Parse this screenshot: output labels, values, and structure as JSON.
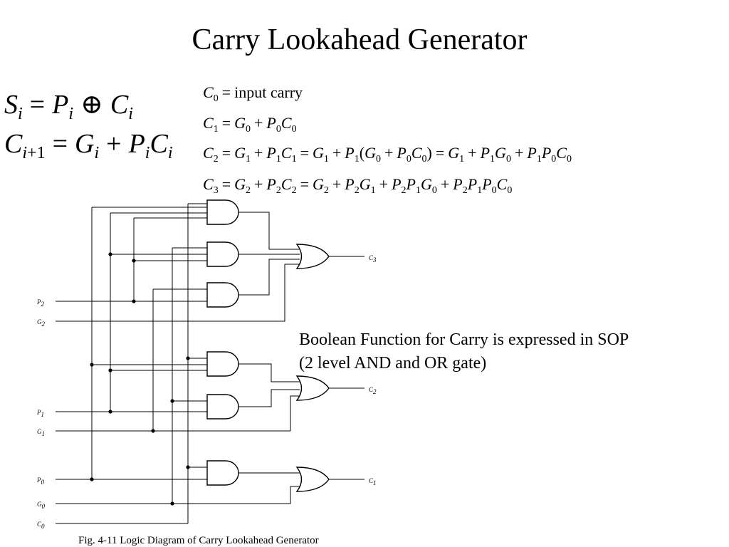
{
  "slide": {
    "title": "Carry Lookahead Generator",
    "note_line1": "Boolean Function for Carry is expressed in SOP",
    "note_line2": "(2 level AND and OR gate)",
    "caption": "Fig. 4-11  Logic Diagram of Carry Lookahead Generator"
  },
  "equations": {
    "sum": "S_i = P_i ⊕ C_i",
    "carry": "C_{i+1} = G_i + P_iC_i",
    "c0": "C_0 = input carry",
    "c1": "C_1 = G_0 + P_0C_0",
    "c2": "C_2 = G_1 + P_1C_1 = G_1 + P_1(G_0 + P_0C_0) = G_1 + P_1G_0 + P_1P_0C_0",
    "c3": "C_3 = G_2 + P_2C_2 = G_2 + P_2G_1 + P_2P_1G_0 + P_2P_1P_0C_0"
  },
  "diagram": {
    "inputs": [
      {
        "name": "P",
        "sub": "2"
      },
      {
        "name": "G",
        "sub": "2"
      },
      {
        "name": "P",
        "sub": "1"
      },
      {
        "name": "G",
        "sub": "1"
      },
      {
        "name": "P",
        "sub": "0"
      },
      {
        "name": "G",
        "sub": "0"
      },
      {
        "name": "C",
        "sub": "0"
      }
    ],
    "outputs": [
      {
        "name": "C",
        "sub": "3"
      },
      {
        "name": "C",
        "sub": "2"
      },
      {
        "name": "C",
        "sub": "1"
      }
    ],
    "gates": {
      "and": 6,
      "or": 3
    }
  }
}
